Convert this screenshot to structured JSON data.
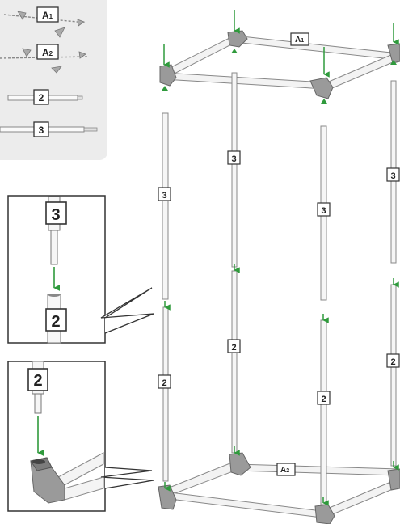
{
  "parts_panel": {
    "items": [
      {
        "label": "A1",
        "main": "A",
        "sub": "1"
      },
      {
        "label": "A2",
        "main": "A",
        "sub": "2"
      },
      {
        "label": "2"
      },
      {
        "label": "3"
      }
    ]
  },
  "detail_top": {
    "upper_label": "3",
    "lower_label": "2"
  },
  "detail_bottom": {
    "label": "2"
  },
  "frame": {
    "top_label": {
      "main": "A",
      "sub": "1"
    },
    "bottom_label": {
      "main": "A",
      "sub": "2"
    },
    "pole_labels": [
      "3",
      "3",
      "3",
      "3",
      "2",
      "2",
      "2",
      "2"
    ]
  },
  "colors": {
    "arrow": "#2f9a3c",
    "panel": "#ececec",
    "corner": "#9a9a9a",
    "pole": "#f3f3f3"
  }
}
